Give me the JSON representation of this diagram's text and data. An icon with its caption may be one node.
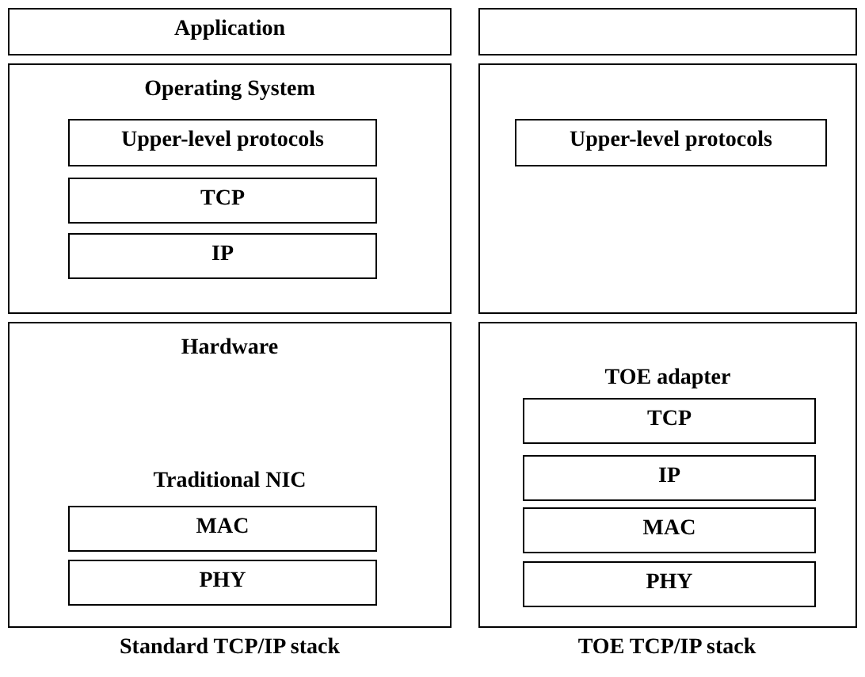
{
  "diagram": {
    "nodes": [
      {
        "text": [
          "Application"
        ]
      },
      {
        "text": [
          "Operating System"
        ]
      },
      {
        "text": [
          "Upper-level protocols"
        ],
        "in": 1
      },
      {
        "text": [
          "TCP"
        ],
        "in": 1
      },
      {
        "text": [
          "IP"
        ],
        "in": 1
      },
      {
        "text": [
          "Hardware",
          "Traditional NIC"
        ]
      },
      {
        "text": [
          "MAC"
        ],
        "in": 5
      },
      {
        "text": [
          "PHY"
        ],
        "in": 5
      },
      {
        "text": [],
        "shape": "box"
      },
      {
        "text": [],
        "shape": "box"
      },
      {
        "text": [
          "Upper-level protocols"
        ],
        "in": 9
      },
      {
        "text": [
          "TOE adapter"
        ]
      },
      {
        "text": [
          "TCP"
        ],
        "in": 11
      },
      {
        "text": [
          "IP"
        ],
        "in": 11
      },
      {
        "text": [
          "MAC"
        ],
        "in": 11
      },
      {
        "text": [
          "PHY"
        ],
        "in": 11
      }
    ],
    "labels": [
      "Standard TCP/IP stack",
      "TOE TCP/IP stack"
    ]
  }
}
